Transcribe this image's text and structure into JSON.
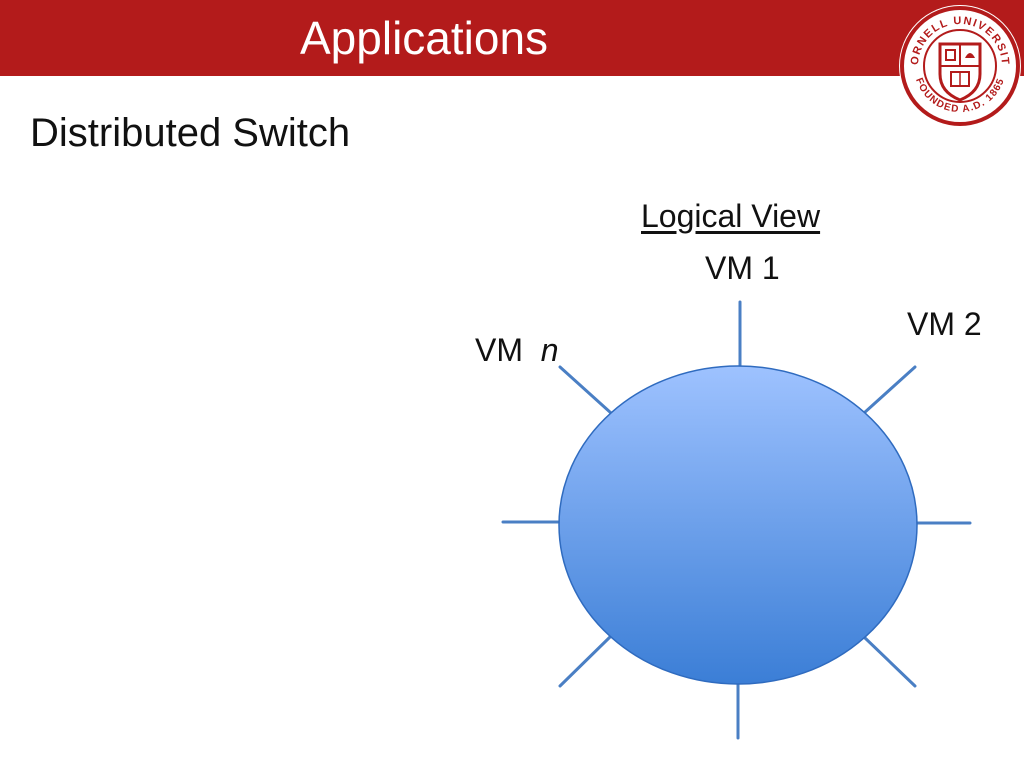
{
  "header": {
    "title": "Applications",
    "seal": {
      "name": "cornell-university-seal",
      "text_top": "CORNELL UNIVERSITY",
      "text_bottom": "FOUNDED A.D. 1865",
      "color": "#b31b1b"
    }
  },
  "slide": {
    "subtitle": "Distributed Switch"
  },
  "diagram": {
    "heading": "Logical View",
    "labels": {
      "vm1": "VM 1",
      "vm2": "VM 2",
      "vmn_prefix": "VM",
      "vmn_var": "n"
    },
    "colors": {
      "header": "#b31b1b",
      "switch_fill_top": "#9ec2ff",
      "switch_fill_bottom": "#3b7ed6",
      "switch_stroke": "#2f6bbf",
      "port_stroke": "#4a7fc4"
    }
  }
}
